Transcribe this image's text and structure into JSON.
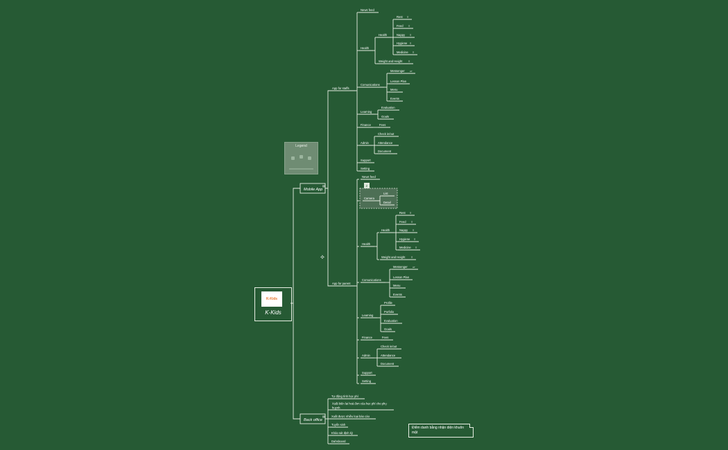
{
  "root": {
    "label": "K-Kids",
    "logo_text": "K-Kids"
  },
  "legend": {
    "title": "Legend"
  },
  "branches": {
    "mobile_app": "Mobile App",
    "back_office": "Back office",
    "app_for_staffs": "App for staffs",
    "app_for_parent": "App for parent"
  },
  "staff": {
    "news_feed": "News feed",
    "health": "Health",
    "health_items": [
      "Rest",
      "Feed",
      "Nappy",
      "Hygiene",
      "Medicine"
    ],
    "weight_height": "Weight and Height",
    "communications": "Comunications",
    "comm_items": [
      "Messenger",
      "Lesson Plan",
      "Menu",
      "Events"
    ],
    "learning": "Learning",
    "learning_items": [
      "Evaluation",
      "Goals"
    ],
    "finance": "Finance",
    "finance_items": [
      "Fees"
    ],
    "admin": "Admin",
    "admin_items": [
      "Check in/out",
      "Attendance",
      "Document"
    ],
    "support": "Support",
    "setting": "Setting"
  },
  "parent": {
    "news_feed": "News feed",
    "camera": "Camera",
    "camera_badge": "2",
    "camera_items": [
      "List",
      "Detail"
    ],
    "health": "Health",
    "health_items": [
      "Rest",
      "Feed",
      "Nappy",
      "Hygiene",
      "Medicine"
    ],
    "weight_height": "Weight and Height",
    "communications": "Comunications",
    "comm_items": [
      "Messenger",
      "Lesson Plan",
      "Menu",
      "Events"
    ],
    "learning": "Learning",
    "learning_items": [
      "Profile",
      "Porfolio",
      "Evaluation",
      "Goals"
    ],
    "finance": "Finance",
    "finance_items": [
      "Fees"
    ],
    "admin": "Admin",
    "admin_items": [
      "Check in/out",
      "Attendance",
      "Document"
    ],
    "support": "Support",
    "setting": "Setting"
  },
  "back_office_items": [
    "Tự động tính học phí",
    "Xuất biên lai hoá đơn của học phí cho phụ huynh",
    "Xuất được nhiều loại báo cáo",
    "Tuyển sinh",
    "Khảo sát định kỳ",
    "Dahsboard"
  ],
  "note": "Điểm danh bằng nhận diện khuôn mặt",
  "icons": {
    "note_icon": "note-icon",
    "chat_icon": "chat-icon",
    "cursor_icon": "cursor-icon"
  },
  "colors": {
    "background": "#265a34",
    "line": "#e8efe4",
    "legend": "#6f8c73",
    "camera_group": "#4d6f55"
  }
}
